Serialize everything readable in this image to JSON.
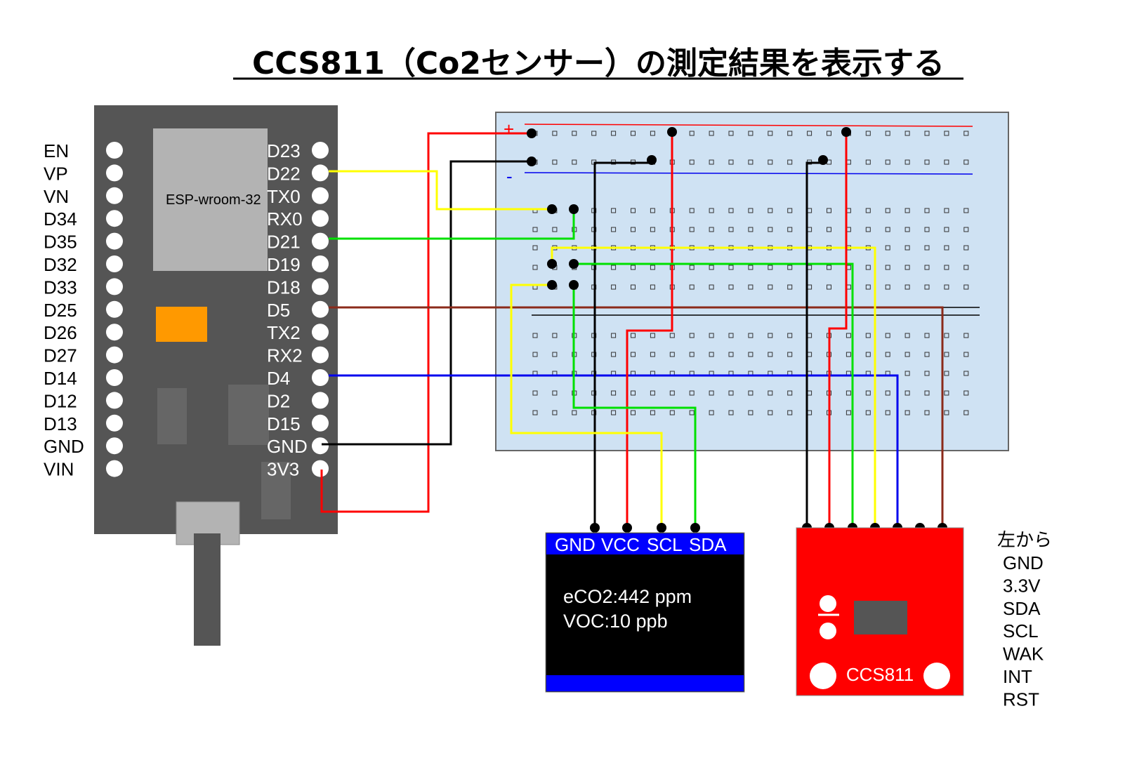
{
  "title": "CCS811（Co2センサー）の測定結果を表示する",
  "esp32": {
    "module_label": "ESP-wroom-32",
    "left_pins": [
      "EN",
      "VP",
      "VN",
      "D34",
      "D35",
      "D32",
      "D33",
      "D25",
      "D26",
      "D27",
      "D14",
      "D12",
      "D13",
      "GND",
      "VIN"
    ],
    "right_pins": [
      "D23",
      "D22",
      "TX0",
      "RX0",
      "D21",
      "D19",
      "D18",
      "D5",
      "TX2",
      "RX2",
      "D4",
      "D2",
      "D15",
      "GND",
      "3V3"
    ]
  },
  "breadboard": {
    "plus_symbol": "+",
    "minus_symbol": "-"
  },
  "oled": {
    "header_labels": [
      "GND",
      "VCC",
      "SCL",
      "SDA"
    ],
    "line1": "eCO2:442 ppm",
    "line2": "VOC:10 ppb"
  },
  "ccs811": {
    "board_label": "CCS811",
    "pin_note_title": "左から",
    "pin_note": [
      "GND",
      "3.3V",
      "SDA",
      "SCL",
      "WAK",
      "INT",
      "RST"
    ]
  },
  "colors": {
    "red": "#ff0000",
    "black": "#000000",
    "yellow": "#ffff00",
    "green": "#00e000",
    "blue": "#0000ee",
    "brown": "#8b2a1a",
    "esp_board": "#555555",
    "breadboard": "#cfe2f3",
    "ccs_board": "#ff0000"
  }
}
